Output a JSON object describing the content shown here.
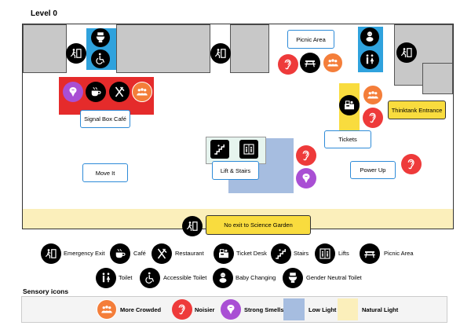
{
  "map": {
    "title": "Level 0",
    "rooms": {
      "picnic_area": "Picnic Area",
      "signal_box_cafe": "Signal Box Café",
      "lift_stairs": "Lift & Stairs",
      "tickets": "Tickets",
      "move_it": "Move It",
      "power_up": "Power Up",
      "thinktank_entrance": "Thinktank Entrance",
      "no_exit": "No exit to Science Garden"
    }
  },
  "legend": {
    "emergency_exit": "Emergency Exit",
    "cafe": "Café",
    "restaurant": "Restaurant",
    "ticket_desk": "Ticket Desk",
    "stairs": "Stairs",
    "lifts": "Lifts",
    "picnic_area": "Picnic Area",
    "toilet": "Toilet",
    "accessible_toilet": "Accessible Toilet",
    "baby_changing": "Baby Changing",
    "gender_neutral_toilet": "Gender Neutral Toilet"
  },
  "sensory": {
    "heading": "Sensory icons",
    "more_crowded": "More Crowded",
    "noisier": "Noisier",
    "strong_smells": "Strong Smells",
    "low_light": "Low Light",
    "natural_light": "Natural Light"
  },
  "colors": {
    "accessible_blue": "#2fa2dd",
    "cafe_red": "#e52b2b",
    "low_light": "#a6bde0",
    "natural_light": "#fbefbb",
    "crowded_orange": "#f47e3a",
    "noisier_red": "#ee3a3a",
    "smell_purple": "#a94fd4",
    "highlight_yellow": "#f9dc3e"
  }
}
